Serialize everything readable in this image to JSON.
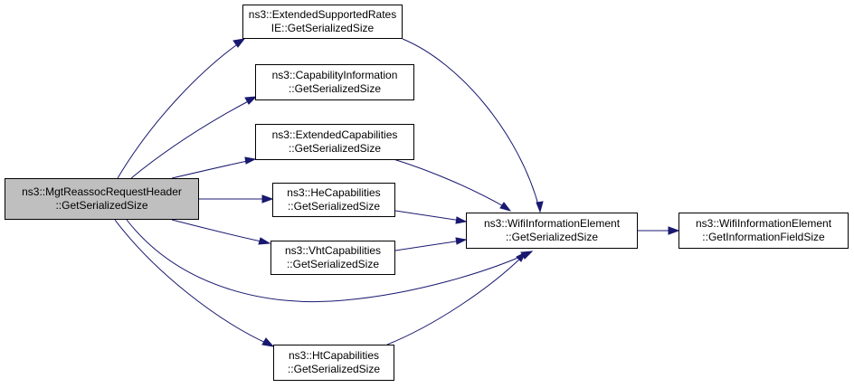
{
  "colors": {
    "edge": "#191970",
    "root_fill": "#bfbfbf",
    "node_fill": "#ffffff",
    "border": "#000000"
  },
  "nodes": {
    "root": {
      "line1": "ns3::MgtReassocRequestHeader",
      "line2": "::GetSerializedSize"
    },
    "ext_rates": {
      "line1": "ns3::ExtendedSupportedRates",
      "line2": "IE::GetSerializedSize"
    },
    "cap_info": {
      "line1": "ns3::CapabilityInformation",
      "line2": "::GetSerializedSize"
    },
    "ext_cap": {
      "line1": "ns3::ExtendedCapabilities",
      "line2": "::GetSerializedSize"
    },
    "he_cap": {
      "line1": "ns3::HeCapabilities",
      "line2": "::GetSerializedSize"
    },
    "vht_cap": {
      "line1": "ns3::VhtCapabilities",
      "line2": "::GetSerializedSize"
    },
    "ht_cap": {
      "line1": "ns3::HtCapabilities",
      "line2": "::GetSerializedSize"
    },
    "wifi_ser": {
      "line1": "ns3::WifiInformationElement",
      "line2": "::GetSerializedSize"
    },
    "wifi_info": {
      "line1": "ns3::WifiInformationElement",
      "line2": "::GetInformationFieldSize"
    }
  },
  "edges": [
    {
      "from": "root",
      "to": "ext_rates"
    },
    {
      "from": "root",
      "to": "cap_info"
    },
    {
      "from": "root",
      "to": "ext_cap"
    },
    {
      "from": "root",
      "to": "he_cap"
    },
    {
      "from": "root",
      "to": "vht_cap"
    },
    {
      "from": "root",
      "to": "wifi_ser"
    },
    {
      "from": "root",
      "to": "ht_cap"
    },
    {
      "from": "ext_rates",
      "to": "wifi_ser"
    },
    {
      "from": "ext_cap",
      "to": "wifi_ser"
    },
    {
      "from": "he_cap",
      "to": "wifi_ser"
    },
    {
      "from": "vht_cap",
      "to": "wifi_ser"
    },
    {
      "from": "ht_cap",
      "to": "wifi_ser"
    },
    {
      "from": "wifi_ser",
      "to": "wifi_info"
    }
  ]
}
